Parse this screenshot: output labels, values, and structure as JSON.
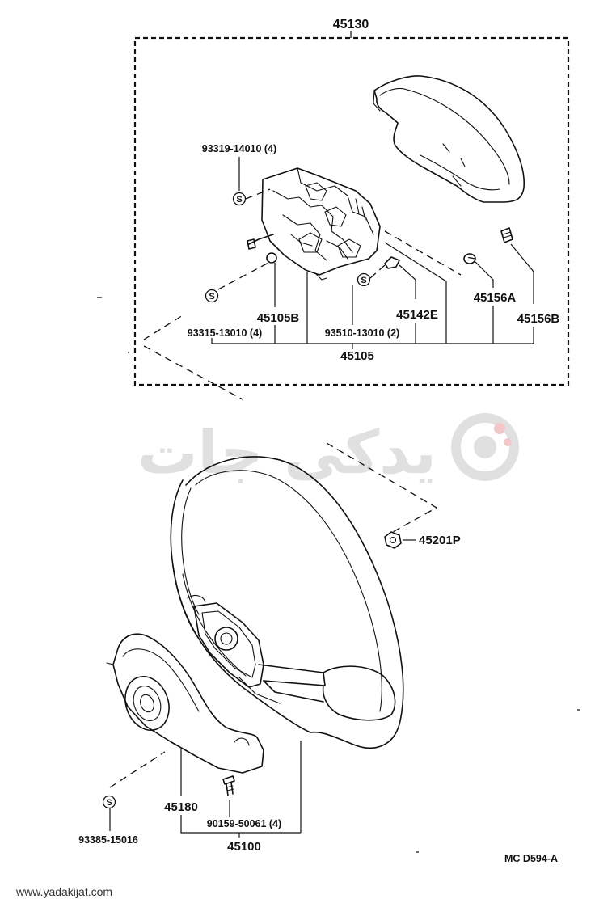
{
  "watermark": {
    "brand_fa": "یدکی جات",
    "url": "www.yadakijat.com"
  },
  "diagram_code": "MC  D594-A",
  "service_symbol": "S",
  "labels": {
    "l45130": "45130",
    "l93319": "93319-14010 (4)",
    "l45156A": "45156A",
    "l45156B": "45156B",
    "l45105B": "45105B",
    "l45142E": "45142E",
    "l93315": "93315-13010 (4)",
    "l93510": "93510-13010 (2)",
    "l45105": "45105",
    "l45201P": "45201P",
    "l45180": "45180",
    "l90159": "90159-50061 (4)",
    "l45100": "45100",
    "l93385": "93385-15016"
  }
}
